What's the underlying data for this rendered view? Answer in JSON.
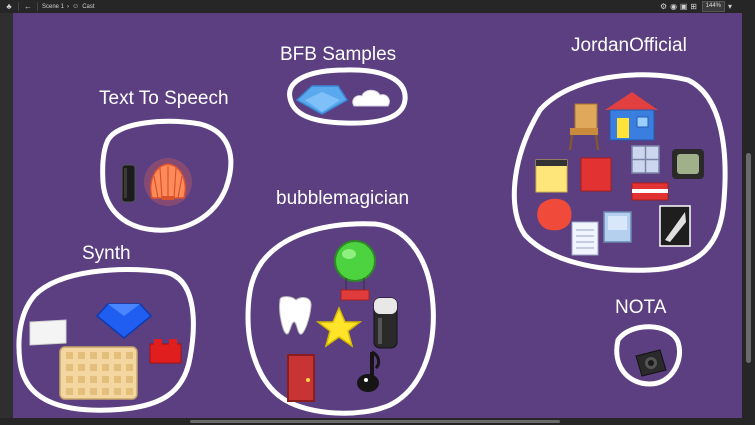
{
  "toolbar": {
    "scene_label": "Scene 1",
    "cast_label": "Cast",
    "zoom": "144%"
  },
  "groups": {
    "bfb": "BFB Samples",
    "tts": "Text To Speech",
    "bubble": "bubblemagician",
    "jordan": "JordanOfficial",
    "synth": "Synth",
    "nota": "NOTA"
  },
  "colors": {
    "canvas": "#5b3f80",
    "outline": "#ffffff"
  }
}
